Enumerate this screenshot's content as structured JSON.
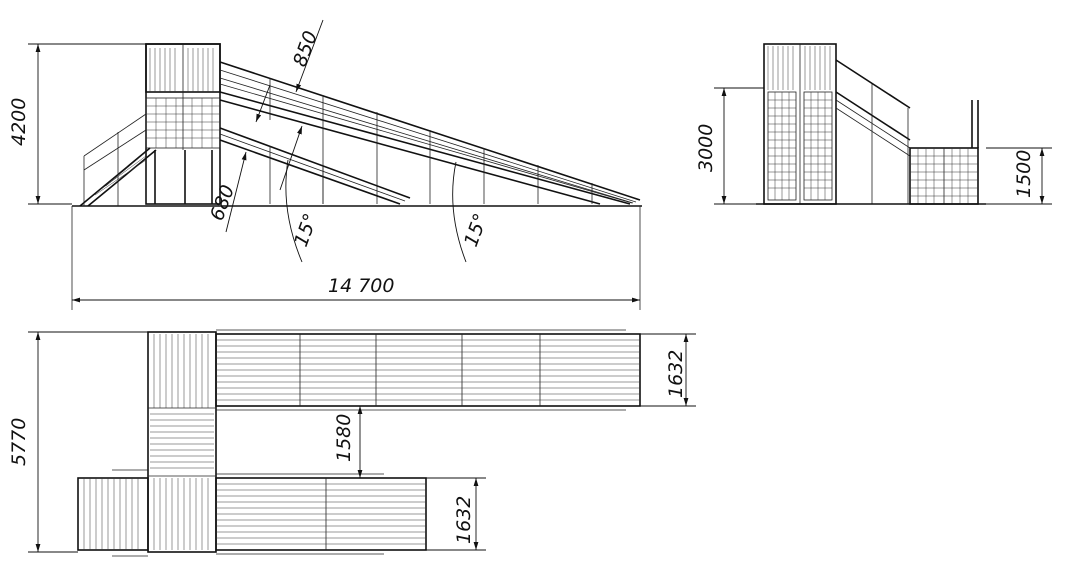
{
  "views": {
    "side": {
      "height_label": "4200",
      "rail_gap_label": "850",
      "slope_height_label": "680",
      "angle_label_1": "15°",
      "angle_label_2": "15°",
      "length_label": "14 700"
    },
    "front": {
      "height_label": "3000",
      "step_height_label": "1500"
    },
    "top": {
      "width_label": "5770",
      "lane_width_top_label": "1632",
      "gap_label": "1580",
      "lane_width_bottom_label": "1632"
    }
  }
}
